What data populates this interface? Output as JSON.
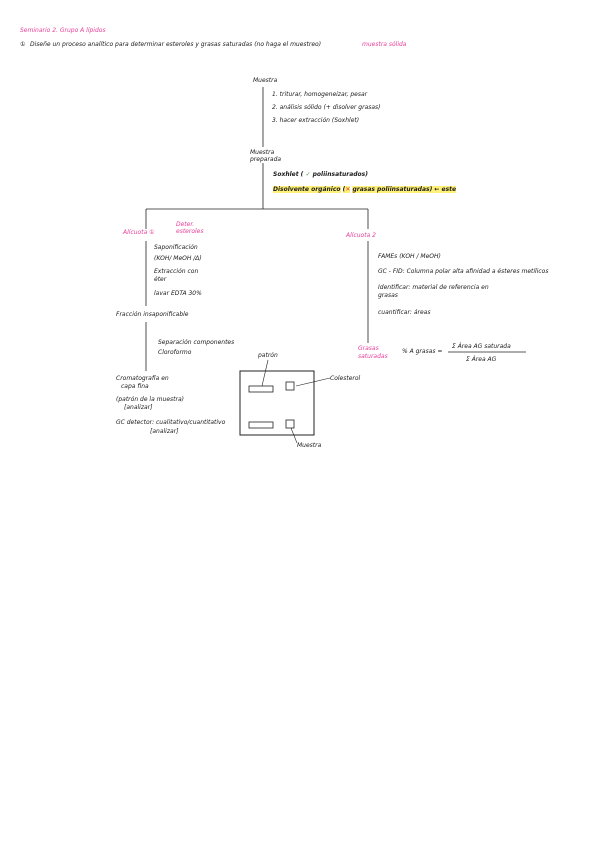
{
  "header": {
    "title": "Seminario 2. Grupo A lípidos",
    "question_num": "①",
    "question": "Diseñe un proceso analítico para determinar esteroles y grasas saturadas (no haga el muestreo)",
    "question_tail": "muestra sólida"
  },
  "diagram": {
    "muestra": "Muestra",
    "prep": [
      "1. triturar, homogeneizar, pesar",
      "2. análisis sólido (+ disolver grasas)",
      "3. hacer extracción (Soxhlet)"
    ],
    "muestra_preparada": [
      "Muestra",
      "preparada"
    ],
    "soxhlet": "Soxhlet (",
    "soxhlet_check": "✓",
    "soxhlet_tail": "poliinsaturados)",
    "disolvente": "Disolvente orgánico",
    "disolvente_x_open": "(",
    "disolvente_x": "✕",
    "disolvente_tail": "grasas poliinsaturadas) ← este",
    "alicuota1": "Alícuota ①",
    "alicuota1_note": [
      "Deter.",
      "esteroles"
    ],
    "alicuota2": "Alícuota 2",
    "a1_steps": [
      "Saponificación",
      "(KOH/ MeOH /Δ)",
      "Extracción con",
      "éter",
      "lavar EDTA 30%"
    ],
    "fraccion": "Fracción insaponificable",
    "separacion": [
      "Separación componentes",
      "Cloroformo"
    ],
    "cromatografia": [
      "Cromatografía en",
      "capa fina",
      "(patrón de la muestra)",
      "[analizar]",
      "GC detector: cualitativo/cuantitativo",
      "[analizar]"
    ],
    "a2_steps": [
      "FAMEs (KOH / MeOH)",
      "GC - FID: Columna polar alta afinidad a ésteres metílicos",
      "Identificar: material de referencia en",
      "grasas",
      "cuantificar: áreas"
    ],
    "grasas_sat": [
      "Grasas",
      "saturadas"
    ],
    "formula_left": "% A grasas =",
    "formula_num": "Σ Área AG saturada",
    "formula_den": "Σ Área AG",
    "plate_labels": {
      "patron": "patrón",
      "colesterol": "Colesterol",
      "muestra": "Muestra"
    }
  }
}
